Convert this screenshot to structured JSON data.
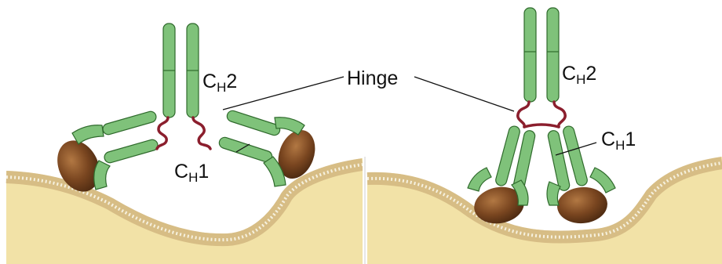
{
  "labels": {
    "hinge": "Hinge",
    "ch2_left": {
      "main": "C",
      "sub": "H",
      "tail": "2"
    },
    "ch1_left": {
      "main": "C",
      "sub": "H",
      "tail": "1"
    },
    "ch2_right": {
      "main": "C",
      "sub": "H",
      "tail": "2"
    },
    "ch1_right": {
      "main": "C",
      "sub": "H",
      "tail": "1"
    }
  },
  "colors": {
    "domain_fill": "#7fc27a",
    "domain_stroke": "#2f6a2c",
    "hinge": "#8b1e2d",
    "antigen_dark": "#5a3214",
    "antigen_light": "#a9703f",
    "cell": "#f2e2a7",
    "membrane": "#d7bd85",
    "membrane_dots": "#f6f1df",
    "divider": "#cfcfcf"
  }
}
